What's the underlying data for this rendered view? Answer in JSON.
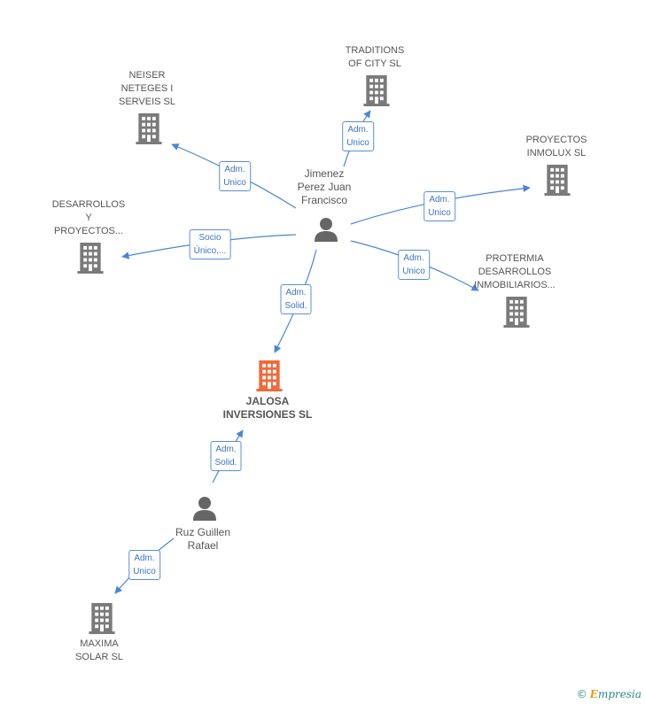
{
  "colors": {
    "company": "#7a7a7a",
    "focus_company": "#ef6a3a",
    "person": "#666666",
    "edge": "#4a86d8",
    "label_text": "#3d74c5"
  },
  "nodes": {
    "traditions": {
      "lines": [
        "TRADITIONS",
        "OF CITY SL"
      ],
      "icon": "building-icon"
    },
    "neiser": {
      "lines": [
        "NEISER",
        "NETEGES I",
        "SERVEIS SL"
      ],
      "icon": "building-icon"
    },
    "proyectos_inmolux": {
      "lines": [
        "PROYECTOS",
        "INMOLUX  SL"
      ],
      "icon": "building-icon"
    },
    "desarrollos": {
      "lines": [
        "DESARROLLOS",
        "Y",
        "PROYECTOS..."
      ],
      "icon": "building-icon"
    },
    "protermia": {
      "lines": [
        "PROTERMIA",
        "DESARROLLOS",
        "INMOBILIARIOS..."
      ],
      "icon": "building-icon"
    },
    "jalosa": {
      "lines": [
        "JALOSA",
        "INVERSIONES SL"
      ],
      "icon": "building-icon"
    },
    "maxima": {
      "lines": [
        "MAXIMA",
        "SOLAR SL"
      ],
      "icon": "building-icon"
    },
    "jimenez": {
      "lines": [
        "Jimenez",
        "Perez Juan",
        "Francisco"
      ],
      "icon": "person-icon"
    },
    "ruz": {
      "lines": [
        "Ruz Guillen",
        "Rafael"
      ],
      "icon": "person-icon"
    }
  },
  "relations": {
    "to_traditions": [
      "Adm.",
      "Unico"
    ],
    "to_neiser": [
      "Adm.",
      "Unico"
    ],
    "to_inmolux": [
      "Adm.",
      "Unico"
    ],
    "to_desarrollos": [
      "Socio",
      "Único,..."
    ],
    "to_protermia": [
      "Adm.",
      "Unico"
    ],
    "to_jalosa_from_jimenez": [
      "Adm.",
      "Solid."
    ],
    "to_jalosa_from_ruz": [
      "Adm.",
      "Solid."
    ],
    "to_maxima": [
      "Adm.",
      "Unico"
    ]
  },
  "brand": {
    "copyright": "©",
    "initial": "E",
    "name": "mpresia"
  }
}
